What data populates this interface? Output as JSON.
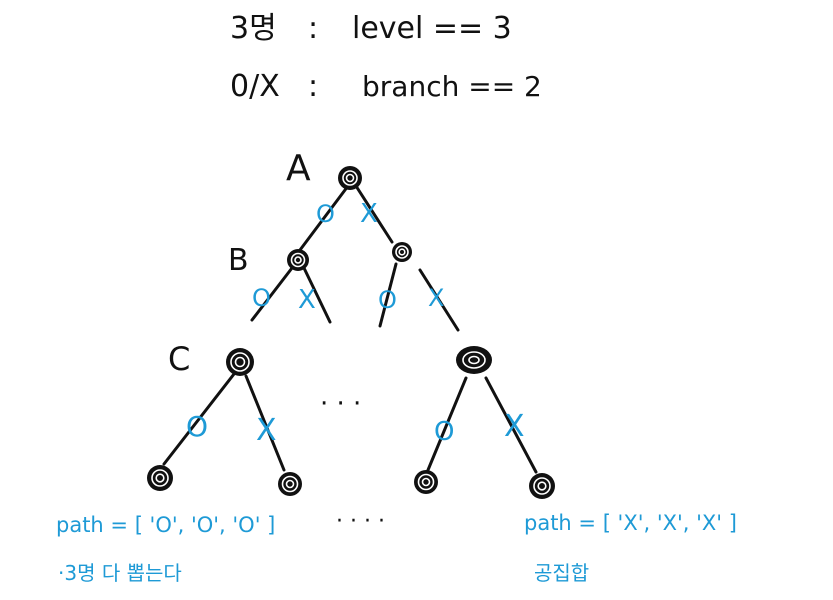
{
  "legend": [
    {
      "left": "3명",
      "sep": ":",
      "right": "level == 3"
    },
    {
      "left": "0/X",
      "sep": ":",
      "right": "branch == 2"
    }
  ],
  "level_labels": [
    "A",
    "B",
    "C"
  ],
  "branch_labels": {
    "a_left": "O",
    "a_right": "X",
    "b1_left": "O",
    "b1_right": "X",
    "b2_left": "O",
    "b2_right": "X",
    "c1_left": "O",
    "c1_right": "X",
    "c4_left": "O",
    "c4_right": "X"
  },
  "ellipses": {
    "middle": "· · ·",
    "bottom": "· · · ·"
  },
  "paths": {
    "left": "path = [ 'O', 'O', 'O' ]",
    "right": "path = [ 'X', 'X', 'X' ]"
  },
  "notes": {
    "left": "·3명 다 뽑는다",
    "right": "공집합"
  }
}
